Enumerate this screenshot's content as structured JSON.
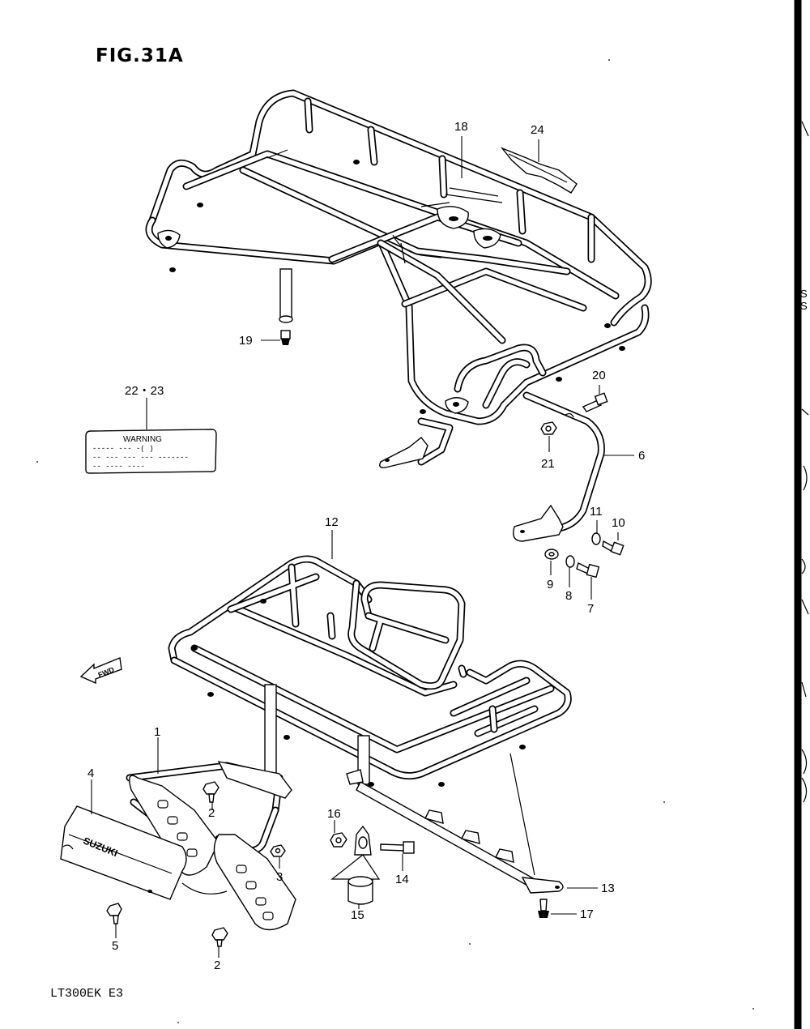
{
  "figure": {
    "title": "FIG.31A",
    "model_code": "LT300EK  E3"
  },
  "warning_label": {
    "title": "WARNING",
    "lines": [
      "----- ---  -(    )",
      "-- --- --- --- -------",
      "-- ----  ----"
    ]
  },
  "fwd_arrow_label": "FWD",
  "brand_plate_text": "SUZUKI",
  "edge_marks": [
    "S",
    "S"
  ],
  "callouts": [
    {
      "id": "c-18",
      "label": "18"
    },
    {
      "id": "c-24",
      "label": "24"
    },
    {
      "id": "c-19",
      "label": "19"
    },
    {
      "id": "c-22-23",
      "label": "22・23"
    },
    {
      "id": "c-20",
      "label": "20"
    },
    {
      "id": "c-21",
      "label": "21"
    },
    {
      "id": "c-6",
      "label": "6"
    },
    {
      "id": "c-12",
      "label": "12"
    },
    {
      "id": "c-11",
      "label": "11"
    },
    {
      "id": "c-10",
      "label": "10"
    },
    {
      "id": "c-9",
      "label": "9"
    },
    {
      "id": "c-8",
      "label": "8"
    },
    {
      "id": "c-7",
      "label": "7"
    },
    {
      "id": "c-1",
      "label": "1"
    },
    {
      "id": "c-4",
      "label": "4"
    },
    {
      "id": "c-2a",
      "label": "2"
    },
    {
      "id": "c-16",
      "label": "16"
    },
    {
      "id": "c-3",
      "label": "3"
    },
    {
      "id": "c-14",
      "label": "14"
    },
    {
      "id": "c-13",
      "label": "13"
    },
    {
      "id": "c-5",
      "label": "5"
    },
    {
      "id": "c-15",
      "label": "15"
    },
    {
      "id": "c-17",
      "label": "17"
    },
    {
      "id": "c-2b",
      "label": "2"
    }
  ]
}
